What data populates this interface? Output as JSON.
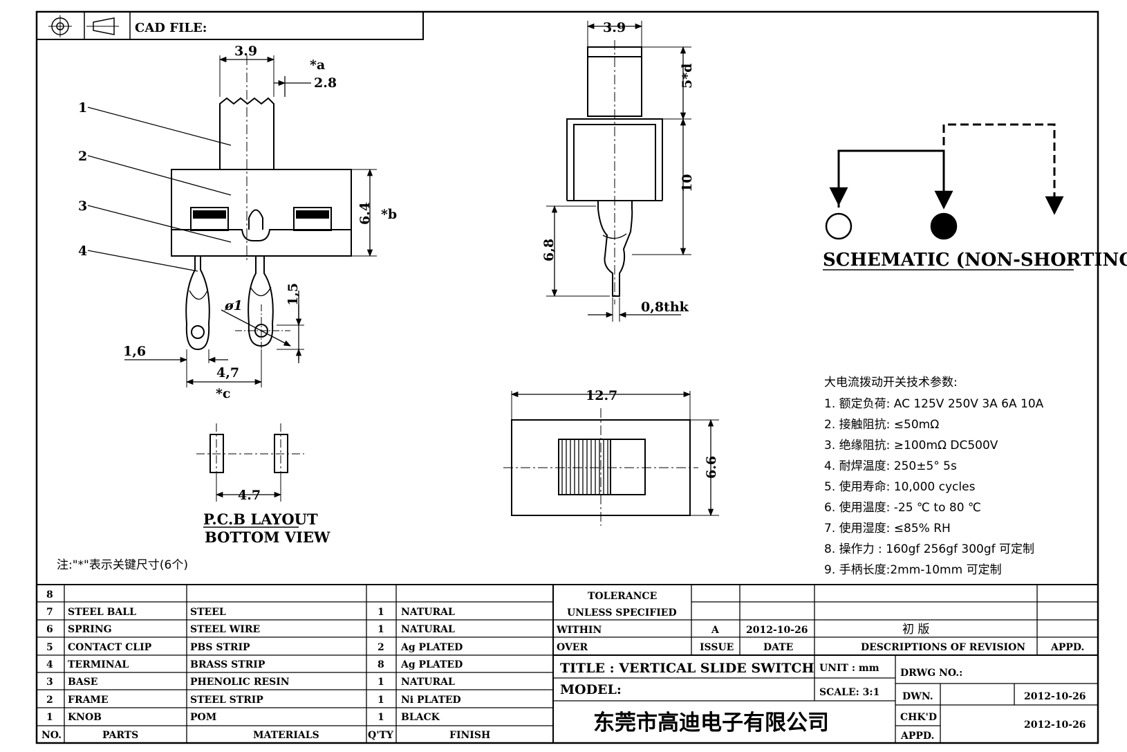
{
  "header": {
    "cad_file_label": "CAD FILE:"
  },
  "side_view": {
    "dim_width": "3.9",
    "dim_a_mark": "*a",
    "dim_a": "2.8",
    "dim_height": "6.4",
    "dim_b": "*b",
    "dim_hole": "ø1",
    "dim_pin": "1,5",
    "dim_left": "1,6",
    "dim_spacing": "4,7",
    "dim_c": "*c",
    "callouts": [
      "1",
      "2",
      "3",
      "4"
    ]
  },
  "front_view": {
    "dim_width": "3.9",
    "dim_d": "5*d",
    "dim_body": "10",
    "dim_pin": "6,8",
    "dim_thk": "0,8thk"
  },
  "top_view": {
    "dim_width": "12.7",
    "dim_height": "6.6"
  },
  "pcb_layout": {
    "dim_spacing": "4.7",
    "title_1": "P.C.B LAYOUT",
    "title_2": "BOTTOM VIEW"
  },
  "schematic": {
    "title": "SCHEMATIC (NON-SHORTING)"
  },
  "note": "注:\"*\"表示关键尺寸(6个)",
  "specs": {
    "heading": "大电流拨动开关技术参数:",
    "items": [
      "1.  额定负荷: AC 125V 250V    3A    6A    10A",
      "2.    接触阻抗:  ≤50mΩ",
      "3.  绝缘阻抗:  ≥100mΩ   DC500V",
      "4.    耐焊温度: 250±5°  5s",
      "5.  使用寿命: 10,000 cycles",
      "6.    使用温度: -25  ℃  to 80  ℃",
      "7.  使用湿度:  ≤85% RH",
      "8.    操作力 : 160gf    256gf    300gf  可定制",
      "9.  手柄长度:2mm-10mm   可定制"
    ]
  },
  "bom": {
    "headers": {
      "no": "NO.",
      "parts": "PARTS",
      "materials": "MATERIALS",
      "qty": "Q'TY",
      "finish": "FINISH"
    },
    "rows": [
      {
        "no": "8",
        "part": "",
        "material": "",
        "qty": "",
        "finish": ""
      },
      {
        "no": "7",
        "part": "STEEL BALL",
        "material": "STEEL",
        "qty": "1",
        "finish": "NATURAL"
      },
      {
        "no": "6",
        "part": "SPRING",
        "material": "STEEL WIRE",
        "qty": "1",
        "finish": "NATURAL"
      },
      {
        "no": "5",
        "part": "CONTACT CLIP",
        "material": "PBS STRIP",
        "qty": "2",
        "finish": "Ag PLATED"
      },
      {
        "no": "4",
        "part": "TERMINAL",
        "material": "BRASS STRIP",
        "qty": "8",
        "finish": "Ag PLATED"
      },
      {
        "no": "3",
        "part": "BASE",
        "material": "PHENOLIC RESIN",
        "qty": "1",
        "finish": "NATURAL"
      },
      {
        "no": "2",
        "part": "FRAME",
        "material": "STEEL STRIP",
        "qty": "1",
        "finish": "Ni PLATED"
      },
      {
        "no": "1",
        "part": "KNOB",
        "material": "POM",
        "qty": "1",
        "finish": "BLACK"
      }
    ]
  },
  "title_block": {
    "tolerance": "TOLERANCE",
    "unless": "UNLESS   SPECIFIED",
    "within": "WITHIN",
    "over": "OVER",
    "issue_value": "A",
    "date_value": "2012-10-26",
    "revision_value": "初   版",
    "issue_label": "ISSUE",
    "date_label": "DATE",
    "desc_label": "DESCRIPTIONS OF REVISION",
    "appd_label": "APPD.",
    "title": "TITLE :   VERTICAL  SLIDE  SWITCH",
    "unit": "UNIT :   mm",
    "model": "MODEL:",
    "scale": "SCALE:   3:1",
    "drwg_no": "DRWG NO.:",
    "dwn": "DWN.",
    "dwn_date": "2012-10-26",
    "chkd": "CHK'D",
    "chkd_date": "2012-10-26",
    "appd": "APPD.",
    "company": "东莞市高迪电子有限公司"
  }
}
